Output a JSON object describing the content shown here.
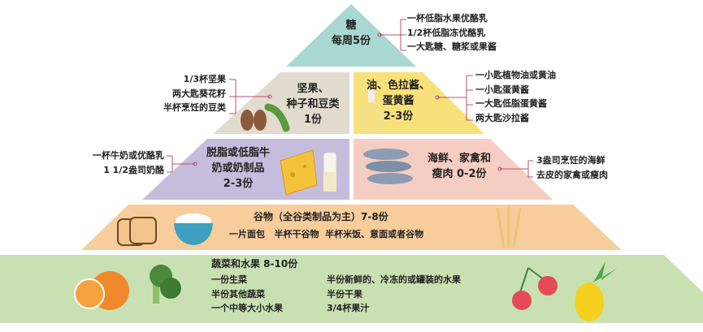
{
  "colors": {
    "sugar": "#a9d7d2",
    "nuts": "#e2dbd0",
    "oil": "#f8e17a",
    "dairy": "#c6bddd",
    "meat": "#f6cdc3",
    "grain": "#f8cd9c",
    "veg": "#c9e1b2",
    "line": "#b8516a"
  },
  "tiers": {
    "sugar": {
      "title": "糖",
      "serving": "每周5份",
      "notes": [
        "一杯低脂水果优酪乳",
        "1/2杯低脂冻优酪乳",
        "一大匙糖、糖浆或果酱"
      ]
    },
    "nuts": {
      "title_1": "坚果、",
      "title_2": "种子和豆类",
      "serving": "1份",
      "notes": [
        "1/3杯坚果",
        "两大匙葵花籽",
        "半杯烹饪的豆类"
      ]
    },
    "oil": {
      "title_1": "油、色拉酱、",
      "title_2": "蛋黄酱",
      "serving": "2-3份",
      "notes": [
        "一小匙植物油或黄油",
        "一小匙蛋黄酱",
        "一大匙低脂蛋黄酱",
        "两大匙沙拉酱"
      ]
    },
    "dairy": {
      "title_1": "脱脂或低脂牛",
      "title_2": "奶或奶制品",
      "serving": "2-3份",
      "notes": [
        "一杯牛奶或优酪乳",
        "1 1/2盎司奶酪"
      ]
    },
    "meat": {
      "title_1": "海鲜、家禽和",
      "title_2": "瘦肉 0-2份",
      "notes": [
        "3盎司烹饪的海鲜",
        "去皮的家禽或瘦肉"
      ]
    },
    "grain": {
      "title": "谷物（全谷类制品为主）7-8份",
      "items": "一片面包   半杯干谷物  半杯米饭、意面或者谷物"
    },
    "veg": {
      "title": "蔬菜和水果 8-10份",
      "left": [
        "一份生菜",
        "半份其他蔬菜",
        "一个中等大小水果"
      ],
      "right": [
        "半份新鲜的、冷冻的或罐装的水果",
        "半份干果",
        "3/4杯果汁"
      ]
    }
  }
}
